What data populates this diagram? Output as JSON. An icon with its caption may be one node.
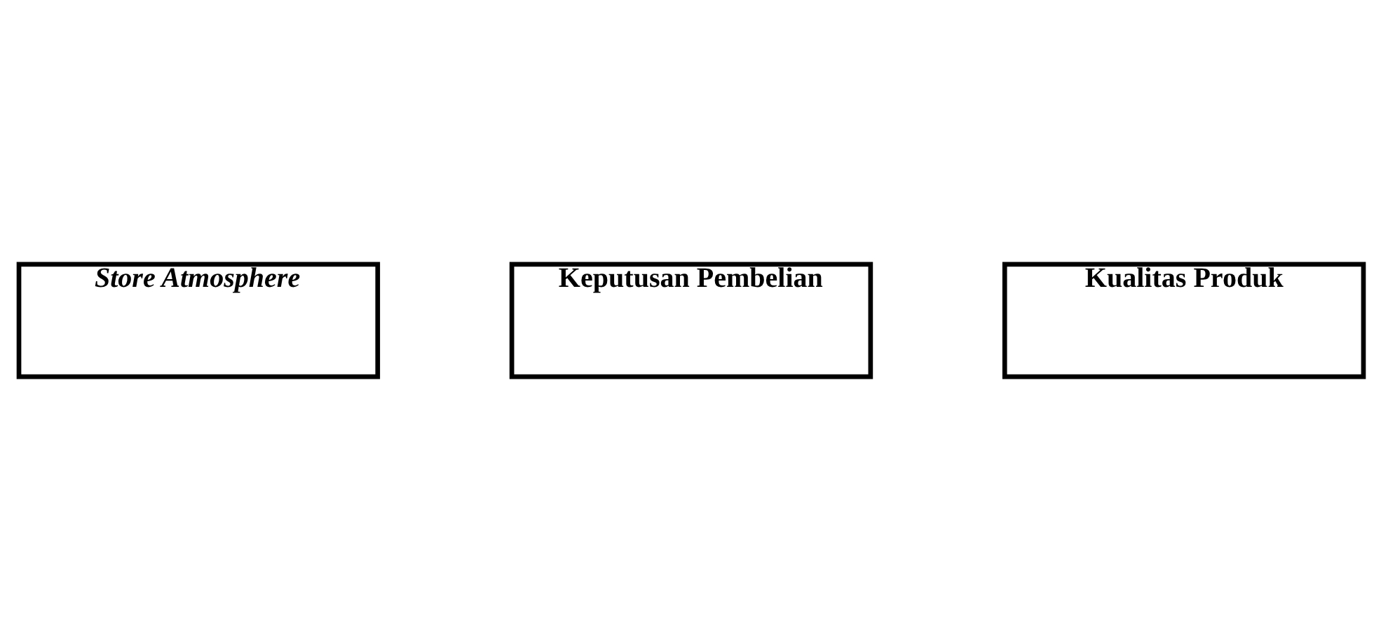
{
  "diagram": {
    "nodes": [
      {
        "text": [
          "Store Atmosphere"
        ]
      },
      {
        "text": [
          "Keputusan Pembelian"
        ]
      },
      {
        "text": [
          "Kualitas Produk"
        ]
      }
    ]
  }
}
